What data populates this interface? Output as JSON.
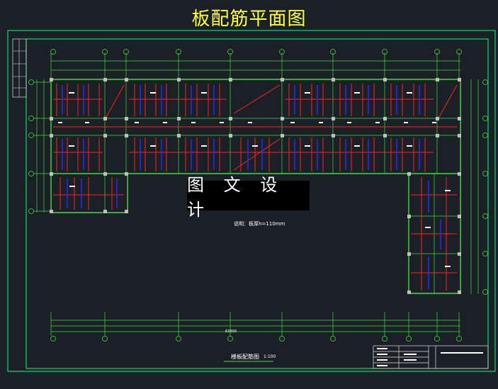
{
  "title": "板配筋平面图",
  "watermark": "图 文 设 计",
  "note": "说明：板厚h=110mm",
  "caption": "楼板配筋图",
  "scale": "1:100",
  "total_dimension": "63300",
  "colors": {
    "background": "#1b2026",
    "border": "#00ff7f",
    "grid_line": "#3fdc3f",
    "column": "#bfbfbf",
    "rebar_red": "#ff2020",
    "rebar_blue": "#2a2aff",
    "text_white": "#ffffff",
    "title_yellow": "#ffff3a"
  }
}
